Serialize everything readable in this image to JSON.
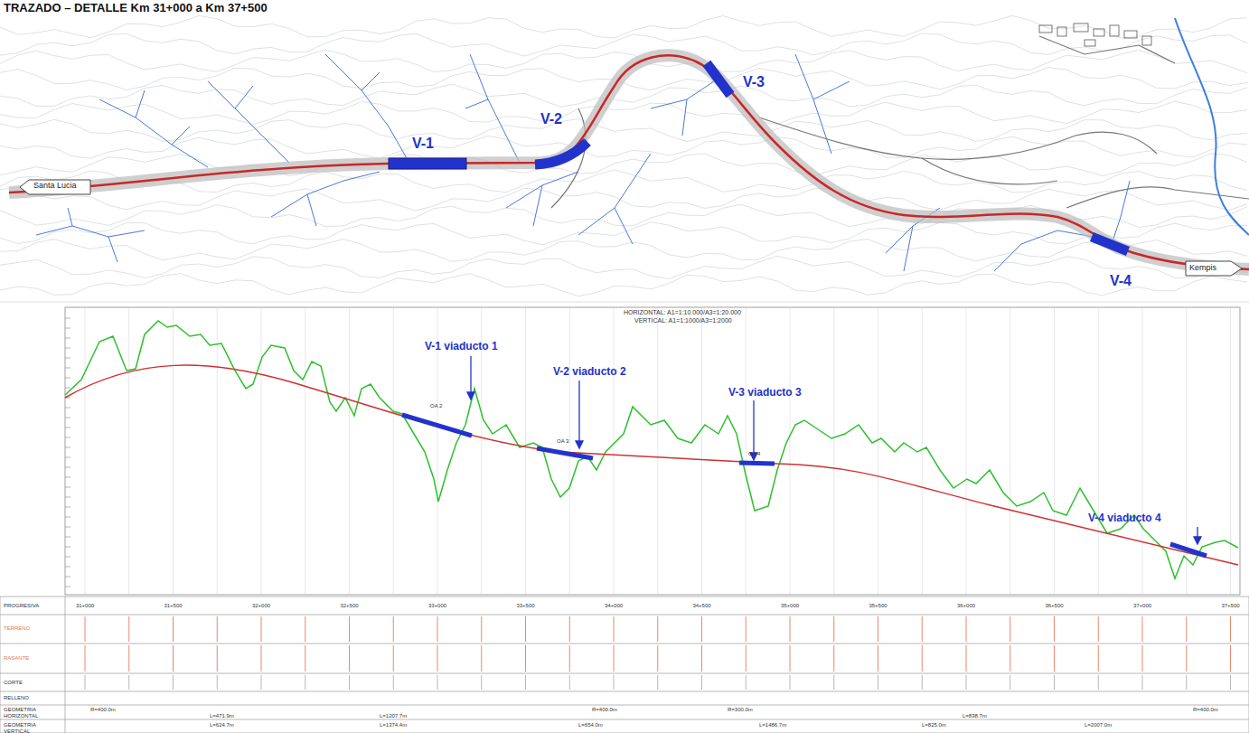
{
  "diagram": {
    "title": "TRAZADO – DETALLE Km 31+000 a Km 37+500",
    "labels": [
      "V-1",
      "V-2",
      "V-3",
      "V-4",
      "Santa Lucia",
      "Kempis",
      "V-1 viaducto 1",
      "V-2 viaducto 2",
      "V-3 viaducto 3",
      "V-4 viaducto 4",
      "HORIZONTAL: A1=1:10.000/A3=1:20.000",
      "VERTICAL: A1=1:1000/A3=1:2000",
      "PROGRESIVA",
      "TERRENO",
      "RASANTE",
      "CORTE",
      "RELLENO",
      "GEOMETRIA HORIZONTAL",
      "GEOMETRIA VERTICAL",
      "31+000",
      "31+500",
      "32+000",
      "32+500",
      "33+000",
      "33+500",
      "34+000",
      "34+500",
      "35+000",
      "35+500",
      "36+000",
      "36+500",
      "37+000",
      "37+500",
      "R=400.0m",
      "L=471.9m",
      "L=1207.7m",
      "R=400.0m",
      "R=300.0m",
      "L=838.7m",
      "R=400.0m",
      "L=624.7m",
      "L=1374.4m",
      "L=654.0m",
      "L=1486.7m",
      "L=825.0m",
      "L=2007.0m",
      "OA 2",
      "OA 3",
      "OA 4"
    ]
  }
}
